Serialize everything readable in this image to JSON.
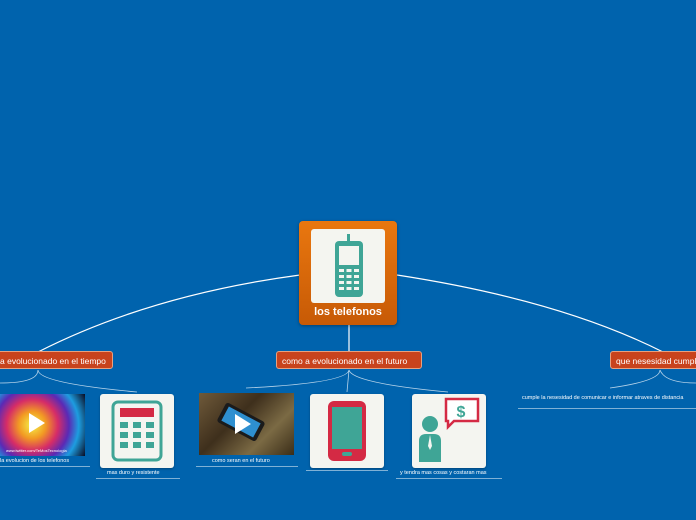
{
  "central": {
    "title": "los telefonos",
    "icon": "mobile-phone-icon"
  },
  "topics": [
    {
      "label": "a evolucionado en el tiempo"
    },
    {
      "label": "como a evolucionado en el futuro"
    },
    {
      "label": "que nesesidad cumple"
    }
  ],
  "children": {
    "evolution_video": {
      "caption": "la evolucion de los telefonos",
      "url": "www.twitter.com/TeMosTecnologia",
      "icon": "play-icon"
    },
    "calculator": {
      "caption": "mas duro y resistente",
      "icon": "calculator-icon"
    },
    "future_video": {
      "caption": "como seran en el futuro",
      "icon": "play-icon"
    },
    "tablet": {
      "caption": "",
      "icon": "smartphone-icon"
    },
    "person_money": {
      "caption": "y tendra mas cosas y costaran mas",
      "icon": "person-money-icon"
    },
    "need_text": {
      "caption": "cumple la nesesidad de comunicar e informar atraves de distancia"
    }
  },
  "colors": {
    "background": "#0063ad",
    "central": "#e0700c",
    "topic": "#c8431d",
    "icon": "#3fa596"
  }
}
